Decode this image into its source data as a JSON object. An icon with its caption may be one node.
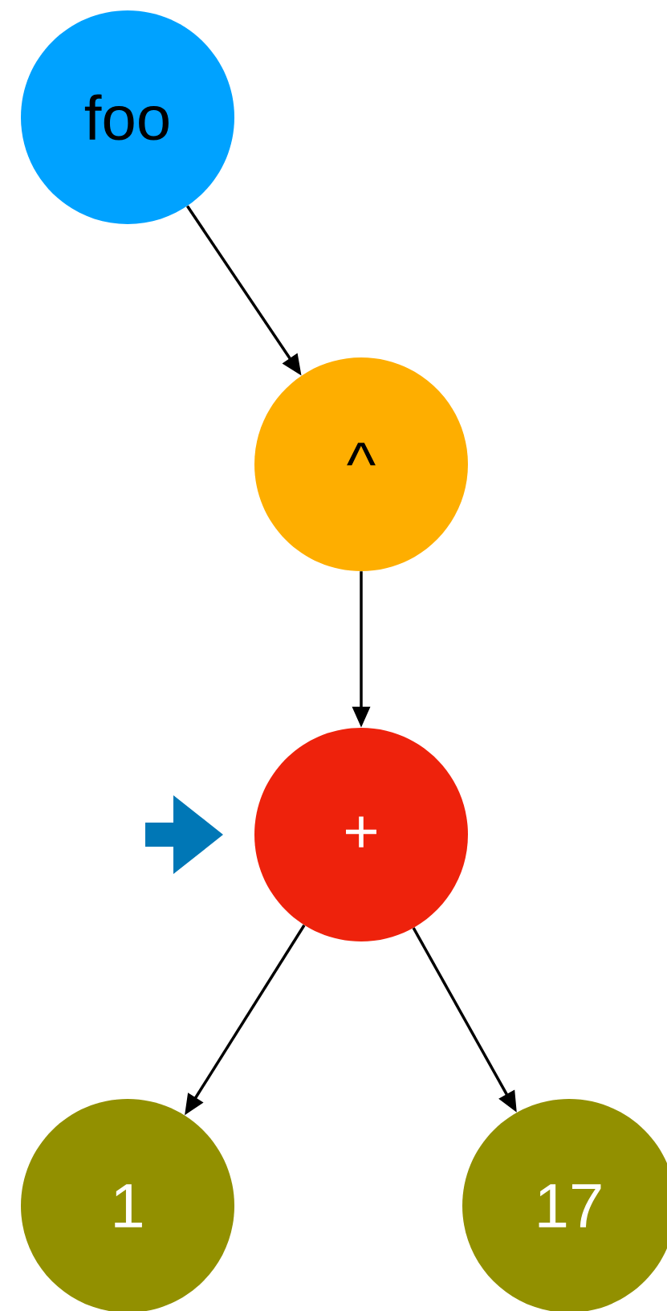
{
  "diagram": {
    "nodes": [
      {
        "text": [
          "foo"
        ]
      },
      {
        "text": [
          "^"
        ]
      },
      {
        "text": [
          "+"
        ]
      },
      {
        "text": [
          "1"
        ]
      },
      {
        "text": [
          "17"
        ]
      }
    ],
    "edges": [
      {
        "from": 0,
        "to": 1,
        "arrow": "to"
      },
      {
        "from": 1,
        "to": 2,
        "arrow": "to"
      },
      {
        "from": 2,
        "to": 3,
        "arrow": "to"
      },
      {
        "from": 2,
        "to": 4,
        "arrow": "to"
      }
    ]
  }
}
